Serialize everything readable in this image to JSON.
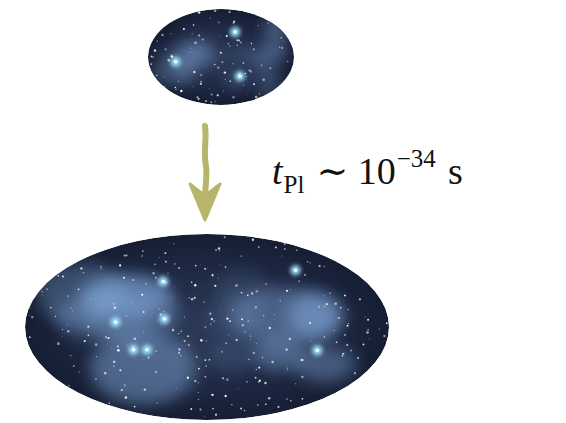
{
  "diagram": {
    "labels": [
      "t",
      "Pl",
      "∼ 10",
      "−34",
      "s"
    ]
  }
}
